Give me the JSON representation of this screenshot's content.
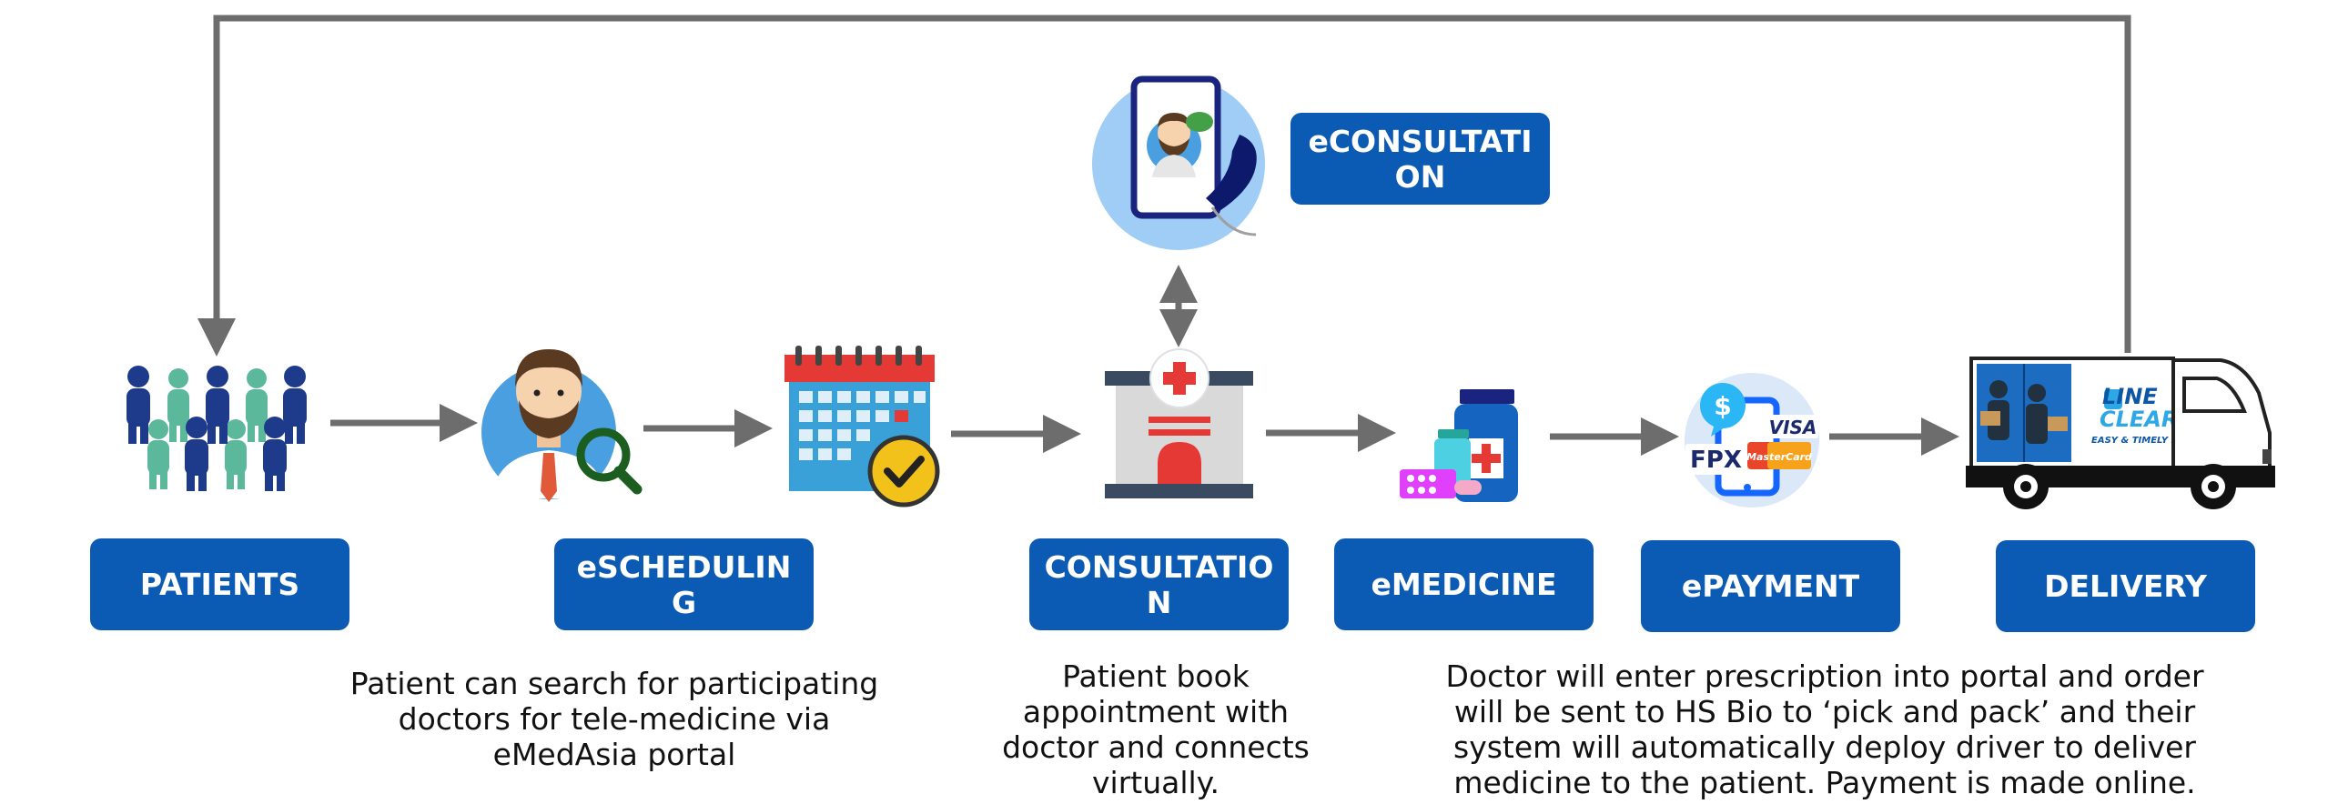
{
  "nodes": {
    "patients": {
      "label": "PATIENTS"
    },
    "escheduling": {
      "label": "eSCHEDULING"
    },
    "consultation": {
      "label": "CONSULTATION"
    },
    "econsultation": {
      "label": "eCONSULTATION"
    },
    "emedicine": {
      "label": "eMEDICINE"
    },
    "epayment": {
      "label": "ePAYMENT"
    },
    "delivery": {
      "label": "DELIVERY"
    }
  },
  "descriptions": {
    "search": "Patient can search for participating doctors for tele-medicine via eMedAsia portal",
    "book": "Patient book appointment with doctor and connects virtually.",
    "prescription": "Doctor will enter prescription into portal and order will be sent to HS Bio to ‘pick and pack’ and their system will automatically deploy driver to deliver medicine to the patient. Payment is made online."
  },
  "payment_badges": {
    "fpx": "FPX",
    "visa": "VISA",
    "mastercard": "MasterCard",
    "dollar": "$"
  },
  "truck_brand": {
    "line1": "LINE",
    "line2": "CLEAR",
    "tagline": "EASY & TIMELY DELIVERY"
  },
  "colors": {
    "box": "#0b5ab3",
    "arrow": "#6d6d6d",
    "navy": "#1e3a8a",
    "green": "#5cb89a",
    "red": "#e53935"
  }
}
